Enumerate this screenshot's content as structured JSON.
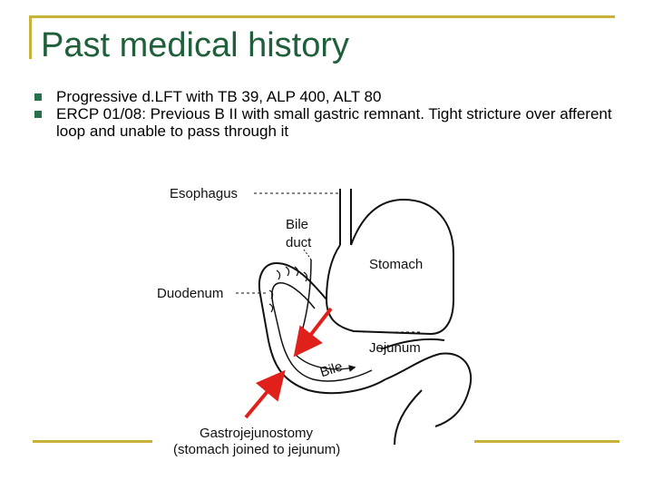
{
  "slide": {
    "title": "Past medical history",
    "bullets": [
      "Progressive d.LFT with TB 39, ALP 400, ALT 80",
      "ERCP 01/08: Previous B II with small gastric remnant. Tight stricture over afferent loop and unable to pass through it"
    ]
  },
  "diagram": {
    "labels": {
      "esophagus": "Esophagus",
      "bile_duct_1": "Bile",
      "bile_duct_2": "duct",
      "stomach": "Stomach",
      "duodenum": "Duodenum",
      "jejunum": "Jejunum",
      "bile": "Bile",
      "caption_1": "Gastrojejunostomy",
      "caption_2": "(stomach joined to jejunum)"
    },
    "arrow_color": "#e0201b",
    "frame_color": "#c8b23a",
    "title_color": "#1f5f3a"
  }
}
